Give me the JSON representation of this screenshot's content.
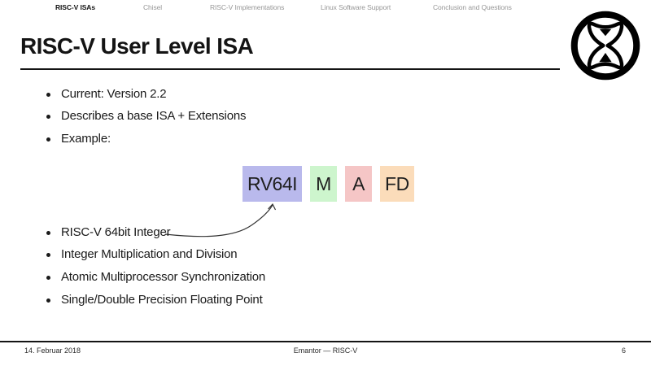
{
  "nav": {
    "items": [
      {
        "label": "RISC-V ISAs",
        "active": true
      },
      {
        "label": "Chisel",
        "active": false
      },
      {
        "label": "RISC-V Implementations",
        "active": false
      },
      {
        "label": "Linux Software Support",
        "active": false
      },
      {
        "label": "Conclusion and Questions",
        "active": false
      }
    ]
  },
  "header": {
    "title": "RISC-V User Level ISA",
    "logo_icon": "hourglass-logo"
  },
  "content": {
    "bullets_top": [
      "Current: Version 2.2",
      "Describes a base ISA + Extensions",
      "Example:"
    ],
    "isa_boxes": [
      {
        "label": "RV64I",
        "color": "#b9b9ec"
      },
      {
        "label": "M",
        "color": "#cdf5cd"
      },
      {
        "label": "A",
        "color": "#f5c6c6"
      },
      {
        "label": "FD",
        "color": "#fbdcba"
      }
    ],
    "bullets_bottom": [
      "RISC-V 64bit Integer",
      "Integer Multiplication and Division",
      "Atomic Multiprocessor Synchronization",
      "Single/Double Precision Floating Point"
    ]
  },
  "footer": {
    "date": "14. Februar 2018",
    "center": "Emantor — RISC-V",
    "page": "6"
  }
}
